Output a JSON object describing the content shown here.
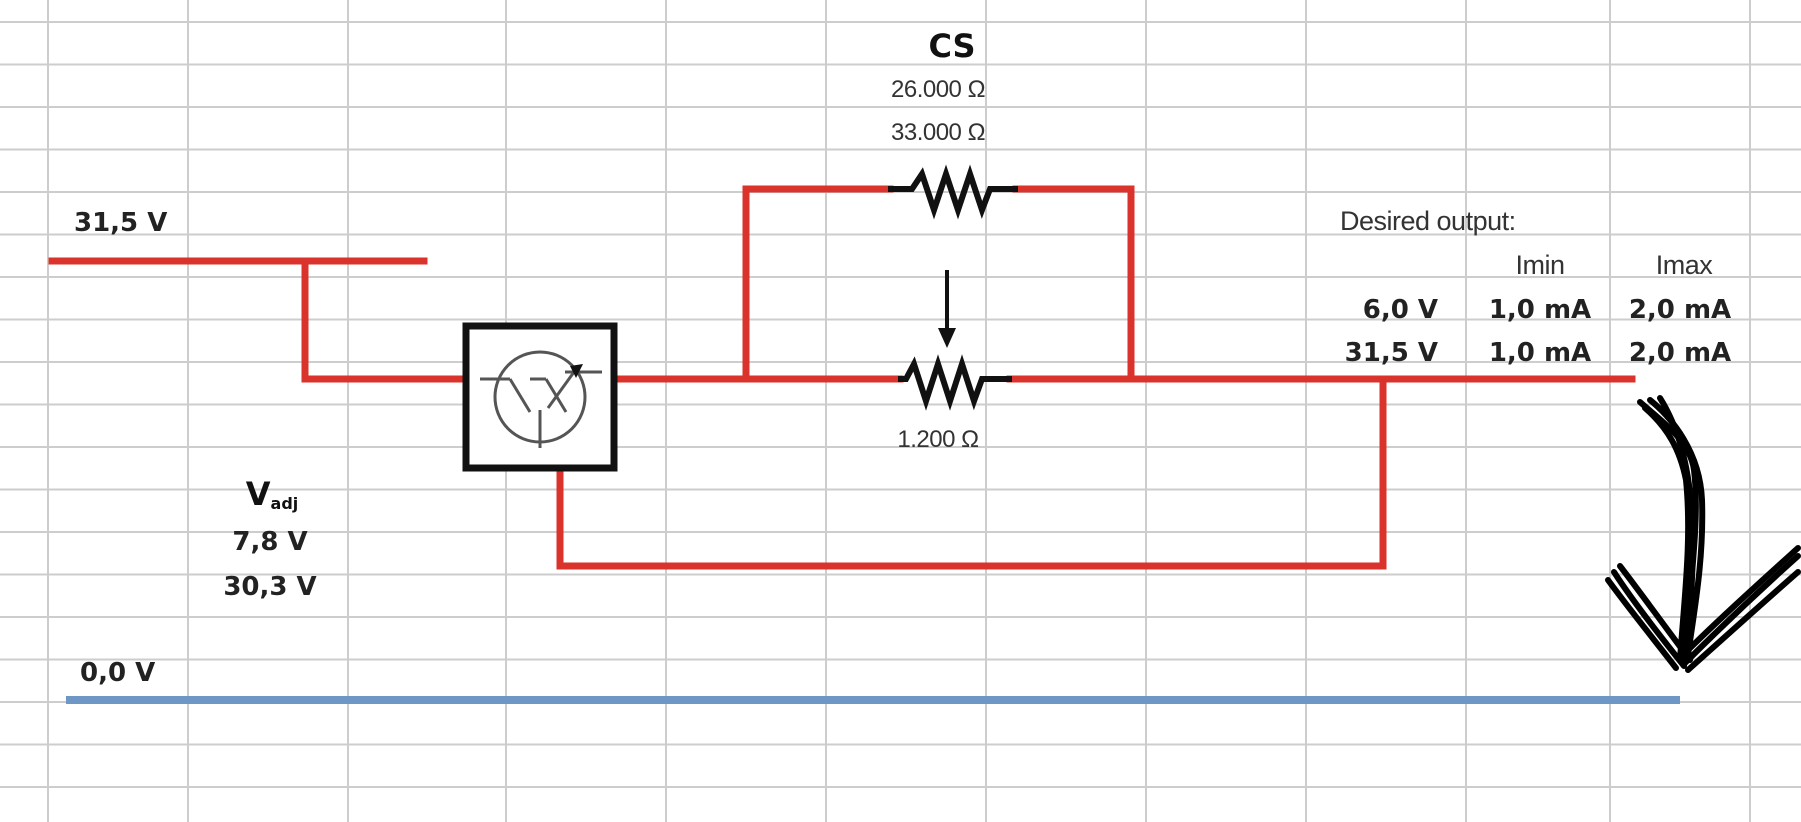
{
  "circuit": {
    "supply_voltage": "31,5 V",
    "ground_voltage": "0,0 V",
    "vadj": {
      "symbol_main": "V",
      "symbol_sub": "adj",
      "value_1": "7,8 V",
      "value_2": "30,3 V"
    },
    "cs": {
      "title": "CS",
      "value_1": "26.000 Ω",
      "value_2": "33.000 Ω"
    },
    "pot_value": "1.200 Ω"
  },
  "desired_output": {
    "heading": "Desired output:",
    "columns": [
      "Imin",
      "Imax"
    ],
    "rows": [
      {
        "voltage": "6,0 V",
        "imin": "1,0 mA",
        "imax": "2,0 mA"
      },
      {
        "voltage": "31,5 V",
        "imin": "1,0 mA",
        "imax": "2,0 mA"
      }
    ]
  },
  "colors": {
    "wire": "#d9332b",
    "ground": "#6e97c6",
    "grid": "#cdcdcd",
    "component": "#111111",
    "annotation": "#000000"
  }
}
